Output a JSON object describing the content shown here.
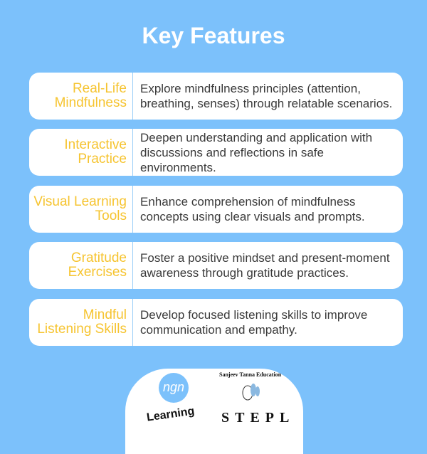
{
  "title": "Key Features",
  "features": [
    {
      "label": "Real-Life Mindfulness",
      "desc": "Explore mindfulness principles (attention, breathing, senses) through relatable scenarios."
    },
    {
      "label": "Interactive Practice",
      "desc": "Deepen understanding and application with discussions and reflections in safe environments."
    },
    {
      "label": "Visual Learning Tools",
      "desc": "Enhance comprehension of mindfulness concepts using clear visuals and prompts."
    },
    {
      "label": "Gratitude Exercises",
      "desc": "Foster a positive mindset and present-moment awareness through gratitude practices."
    },
    {
      "label": "Mindful Listening Skills",
      "desc": "Develop focused listening skills to improve communication and empathy."
    }
  ],
  "logos": {
    "ngn": "ngn",
    "learning": "Learning",
    "arc": "Sanjeev Tanna Education",
    "stepl": "STEPL"
  }
}
